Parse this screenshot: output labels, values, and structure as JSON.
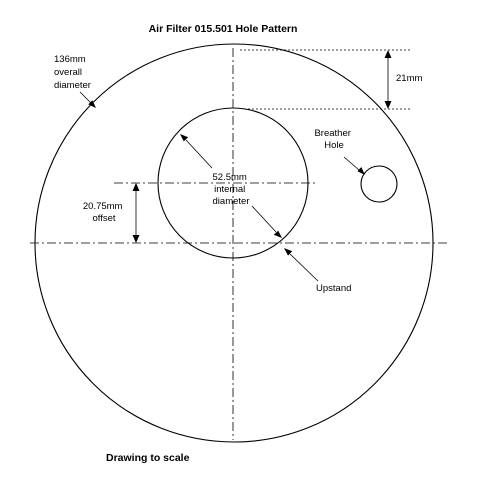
{
  "drawing": {
    "title": "Air Filter 015.501 Hole Pattern",
    "footer": "Drawing to scale",
    "labels": {
      "overall_diameter": [
        "136mm",
        "overall",
        "diameter"
      ],
      "top_offset": "21mm",
      "breather_hole": [
        "Breather",
        "Hole"
      ],
      "internal_diameter": [
        "52.5mm",
        "internal",
        "diameter"
      ],
      "center_offset": [
        "20.75mm",
        "offset"
      ],
      "upstand": "Upstand"
    },
    "colors": {
      "line": "#000000",
      "background": "#ffffff"
    }
  }
}
